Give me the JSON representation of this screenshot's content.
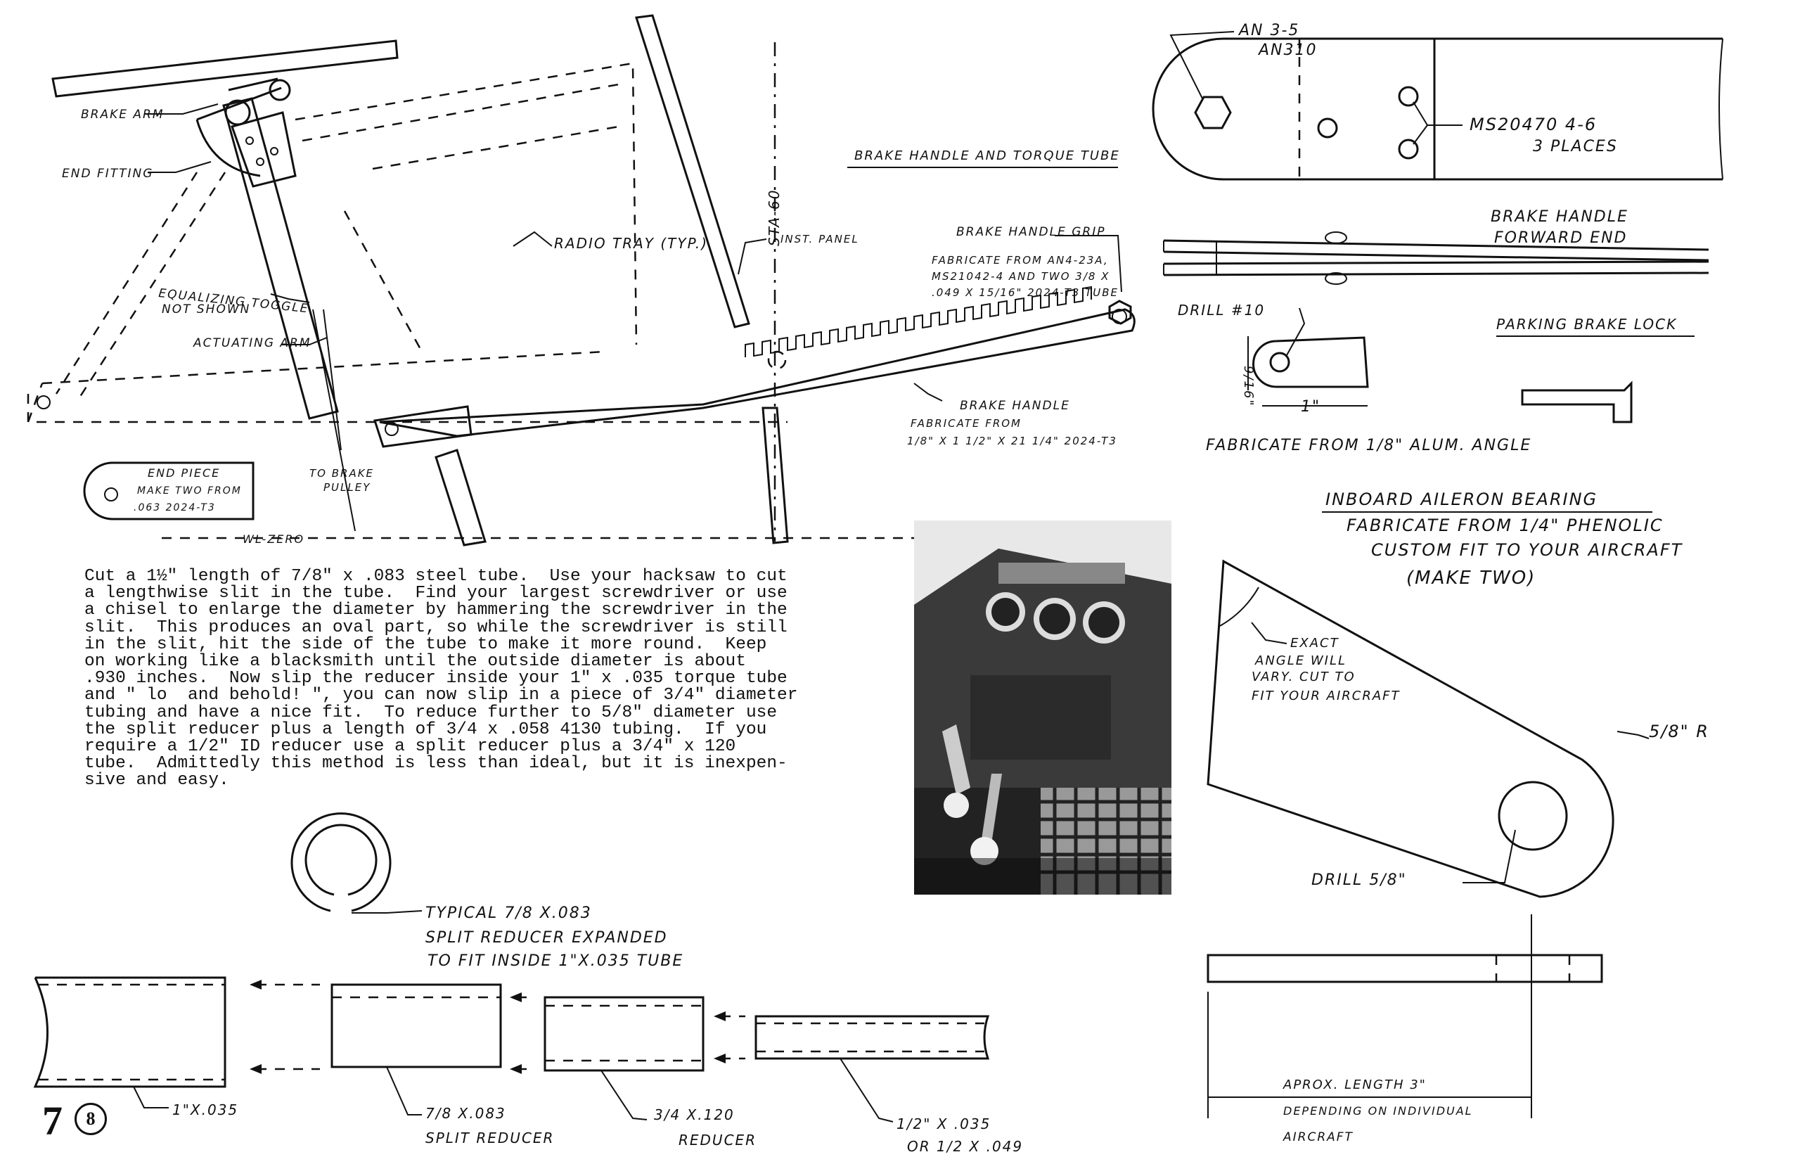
{
  "left_drawing": {
    "brake_arm": "BRAKE ARM",
    "end_fitting": "END FITTING",
    "radio_tray": "RADIO TRAY (TYP.)",
    "station": "STA-60",
    "inst_panel": "INST. PANEL",
    "equalizing_1": "EQUALIZING TOGGLE",
    "equalizing_2": "NOT SHOWN",
    "actuating_arm": "ACTUATING ARM",
    "brake_handle_grip": "BRAKE HANDLE GRIP",
    "grip_line1": "FABRICATE FROM AN4-23A,",
    "grip_line2": "MS21042-4 AND TWO 3/8 X",
    "grip_line3": ".049 X 15/16\" 2024-T3 TUBE",
    "brake_handle": "BRAKE HANDLE",
    "handle_line1": "FABRICATE FROM",
    "handle_line2": "1/8\" X 1 1/2\" X 21 1/4\" 2024-T3",
    "end_piece": "END PIECE",
    "end_piece_line1": "MAKE TWO FROM",
    "end_piece_line2": ".063 2024-T3",
    "to_brake_1": "TO BRAKE",
    "to_brake_2": "PULLEY",
    "wl_zero": "WL-ZERO"
  },
  "right_top": {
    "title": "BRAKE HANDLE AND TORQUE TUBE",
    "an_1": "AN 3-5",
    "an_2": "AN310",
    "ms_1": "MS20470 4-6",
    "ms_2": "3 PLACES",
    "fwd_1": "BRAKE HANDLE",
    "fwd_2": "FORWARD END",
    "parking": "PARKING BRAKE LOCK",
    "drill10": "DRILL #10",
    "dim_916": "9/16\"",
    "dim_1": "1\"",
    "fab_alum": "FABRICATE FROM 1/8\" ALUM. ANGLE"
  },
  "aileron": {
    "title": "INBOARD AILERON BEARING",
    "line1": "FABRICATE FROM 1/4\" PHENOLIC",
    "line2": "CUSTOM FIT TO YOUR AIRCRAFT",
    "line3": "(MAKE TWO)",
    "exact_1": "EXACT",
    "exact_2": "ANGLE WILL",
    "exact_3": "VARY. CUT TO",
    "exact_4": "FIT YOUR AIRCRAFT",
    "radius": "5/8\" R",
    "drill": "DRILL 5/8\"",
    "len_1": "APROX. LENGTH 3\"",
    "len_2": "DEPENDING ON INDIVIDUAL",
    "len_3": "AIRCRAFT"
  },
  "body_text": "Cut a 1½\" length of 7/8\" x .083 steel tube.  Use your hacksaw to cut\na lengthwise slit in the tube.  Find your largest screwdriver or use\na chisel to enlarge the diameter by hammering the screwdriver in the\nslit.  This produces an oval part, so while the screwdriver is still\nin the slit, hit the side of the tube to make it more round.  Keep\non working like a blacksmith until the outside diameter is about\n.930 inches.  Now slip the reducer inside your 1\" x .035 torque tube\nand \" lo  and behold! \", you can now slip in a piece of 3/4\" diameter\ntubing and have a nice fit.  To reduce further to 5/8\" diameter use\nthe split reducer plus a length of 3/4 x .058 4130 tubing.  If you\nrequire a 1/2\" ID reducer use a split reducer plus a 3/4\" x 120\ntube.  Admittedly this method is less than ideal, but it is inexpen-\nsive and easy.",
  "reducer": {
    "typical_1": "TYPICAL 7/8 X.083",
    "typical_2": "SPLIT REDUCER EXPANDED",
    "typical_3": "TO FIT INSIDE 1\"X.035 TUBE",
    "t1": "1\"X.035",
    "t2a": "7/8 X.083",
    "t2b": "SPLIT REDUCER",
    "t3a": "3/4 X.120",
    "t3b": "REDUCER",
    "t4a": "1/2\" X .035",
    "t4b": "OR 1/2 X .049"
  },
  "page": {
    "number": "7",
    "circled": "8"
  }
}
